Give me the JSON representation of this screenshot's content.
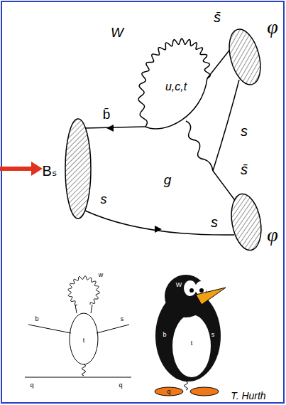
{
  "diagram": {
    "labels": [
      "W",
      "s̄",
      "φ",
      "b̄",
      "u,c,t",
      "g",
      "s",
      "s̄",
      "Bₛ",
      "s",
      "s",
      "φ",
      "w",
      "b",
      "s",
      "t",
      "q",
      "q",
      "W",
      "b",
      "s",
      "t",
      "q",
      "T. Hurth"
    ]
  }
}
